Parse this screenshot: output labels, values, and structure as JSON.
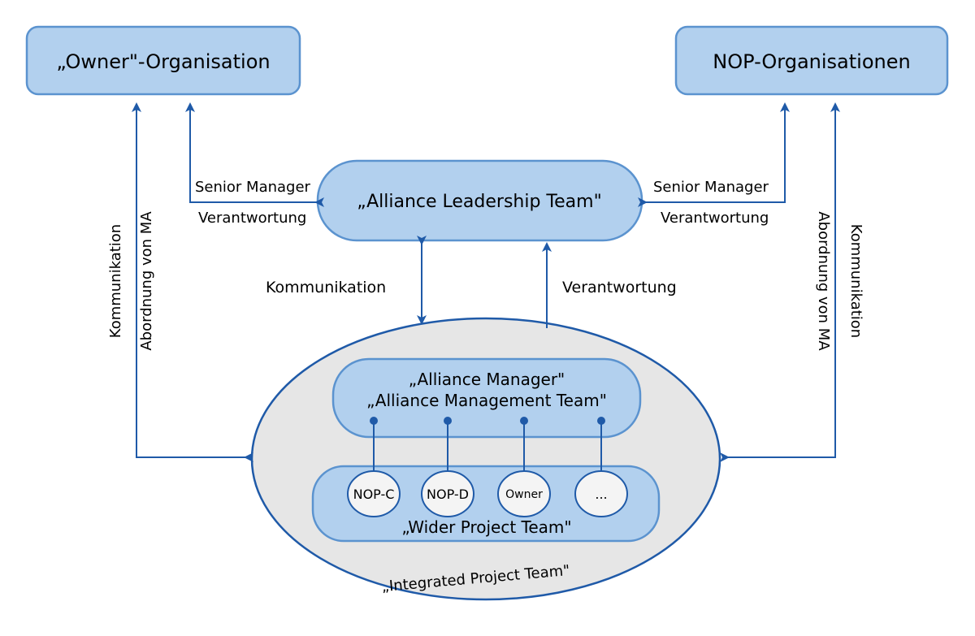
{
  "owner_org": "„Owner\"-Organisation",
  "nop_orgs": "NOP-Organisationen",
  "leadership_team": "„Alliance Leadership Team\"",
  "alliance_manager": "„Alliance Manager\"",
  "alliance_management_team": "„Alliance Management Team\"",
  "wider_project_team": "„Wider Project Team\"",
  "integrated_project_team": "„Integrated Project Team\"",
  "members": [
    "NOP-C",
    "NOP-D",
    "Owner",
    "..."
  ],
  "labels": {
    "left_senior_manager": "Senior Manager",
    "left_verantwortung": "Verantwortung",
    "right_senior_manager": "Senior Manager",
    "right_verantwortung": "Verantwortung",
    "mid_kommunikation": "Kommunikation",
    "mid_verantwortung": "Verantwortung",
    "left_kommunikation": "Kommunikation",
    "left_abordnung": "Abordnung von MA",
    "right_abordnung": "Abordnung von MA",
    "right_kommunikation": "Kommunikation"
  },
  "colors": {
    "box_fill": "#b2d0ee",
    "box_stroke": "#5b93cf",
    "line": "#1f5aa8",
    "ellipse_fill": "#e6e6e6",
    "member_fill": "#f4f4f4"
  }
}
